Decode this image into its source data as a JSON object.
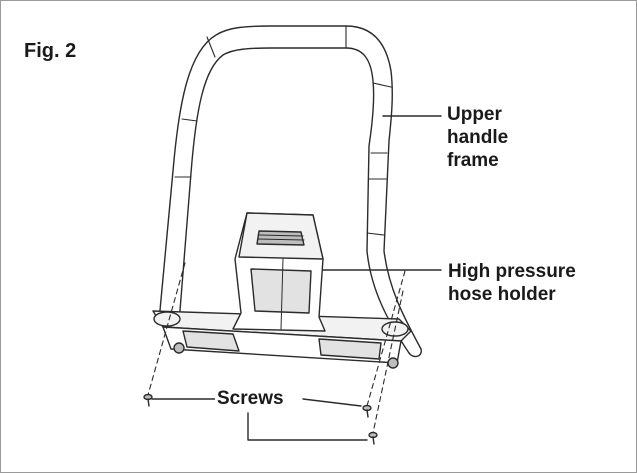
{
  "figure": {
    "title": "Fig. 2"
  },
  "callouts": {
    "upper_handle_frame": [
      "Upper",
      "handle",
      "frame"
    ],
    "hose_holder": [
      "High pressure",
      "hose holder"
    ],
    "screws": "Screws"
  },
  "colors": {
    "line": "#2b2b2b",
    "fill_light": "#f2f2f2",
    "fill_mid": "#e2e2e2",
    "fill_dark": "#bdbdbd"
  }
}
